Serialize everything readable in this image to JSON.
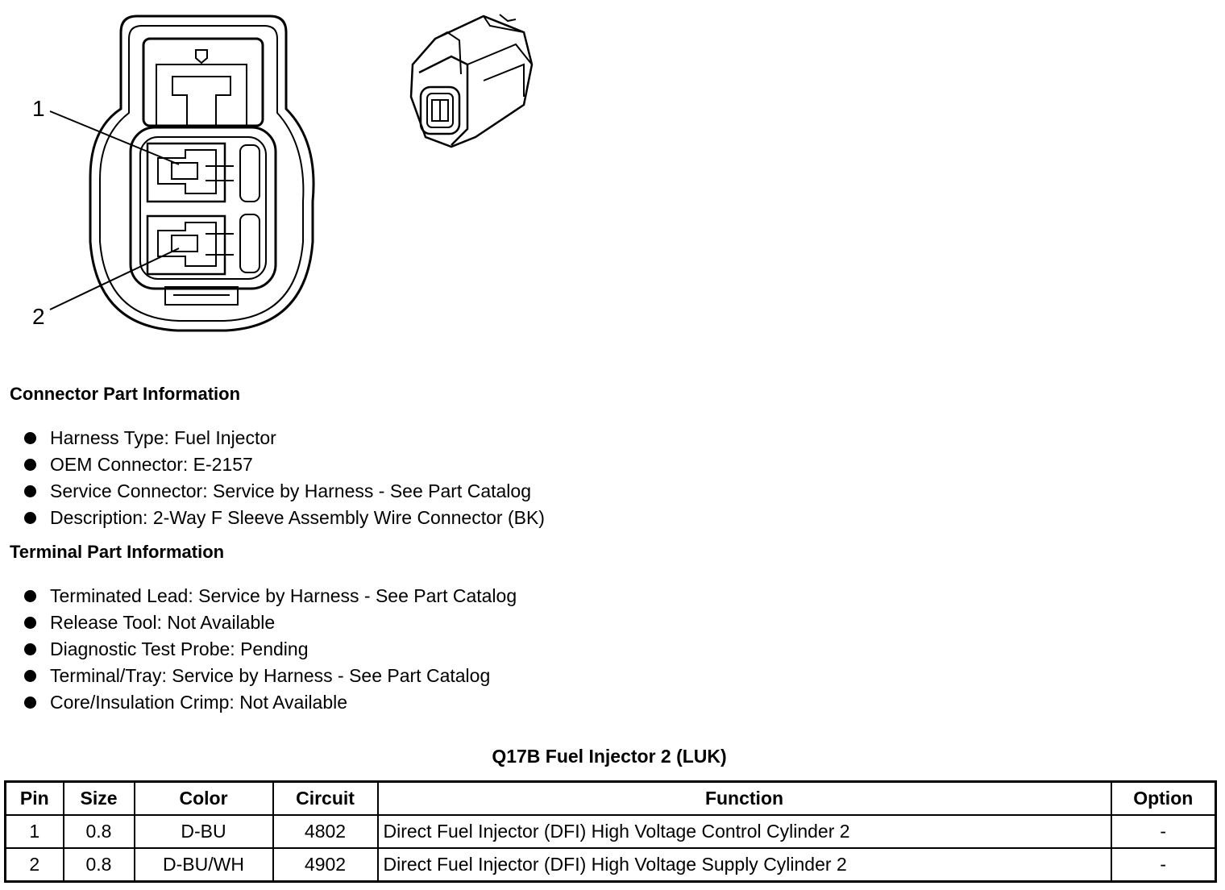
{
  "diagram": {
    "callouts": [
      "1",
      "2"
    ]
  },
  "connector_info": {
    "heading": "Connector Part Information",
    "items": [
      "Harness Type: Fuel Injector",
      "OEM Connector: E-2157",
      "Service Connector: Service by Harness - See Part Catalog",
      "Description: 2-Way F Sleeve Assembly Wire Connector (BK)"
    ]
  },
  "terminal_info": {
    "heading": "Terminal Part Information",
    "items": [
      "Terminated Lead: Service by Harness - See Part Catalog",
      "Release Tool: Not Available",
      "Diagnostic Test Probe: Pending",
      "Terminal/Tray: Service by Harness - See Part Catalog",
      "Core/Insulation Crimp: Not Available"
    ]
  },
  "table": {
    "title": "Q17B Fuel Injector 2 (LUK)",
    "headers": [
      "Pin",
      "Size",
      "Color",
      "Circuit",
      "Function",
      "Option"
    ],
    "rows": [
      [
        "1",
        "0.8",
        "D-BU",
        "4802",
        "Direct Fuel Injector (DFI) High Voltage Control Cylinder 2",
        "-"
      ],
      [
        "2",
        "0.8",
        "D-BU/WH",
        "4902",
        "Direct Fuel Injector (DFI) High Voltage Supply Cylinder 2",
        "-"
      ]
    ]
  }
}
